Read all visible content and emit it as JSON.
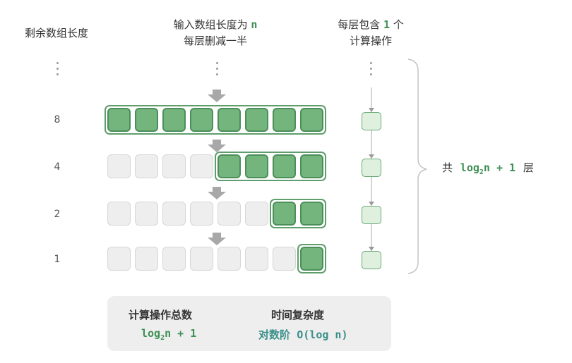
{
  "headers": {
    "remaining_length": "剩余数组长度",
    "input_line_prefix": "输入数组长度为",
    "input_var": "n",
    "halve_line": "每层删减一半",
    "per_layer_prefix": "每层包含",
    "per_layer_value": "1",
    "per_layer_suffix": "个",
    "per_layer_line2": "计算操作"
  },
  "rows": [
    {
      "count": "8",
      "active_from": 0
    },
    {
      "count": "4",
      "active_from": 4
    },
    {
      "count": "2",
      "active_from": 6
    },
    {
      "count": "1",
      "active_from": 7
    }
  ],
  "cells_per_row": 8,
  "brace_label": {
    "prefix": "共",
    "log": "log",
    "sub": "2",
    "rest": "n + 1",
    "suffix": "层"
  },
  "summary": {
    "ops_title": "计算操作总数",
    "ops_log": "log",
    "ops_sub": "2",
    "ops_rest": "n + 1",
    "complexity_title": "时间复杂度",
    "complexity_prefix": "对数阶",
    "complexity_value": "O(log n)"
  },
  "colors": {
    "active_fill": "#74b57e",
    "active_border": "#4c8f5a",
    "inactive_fill": "#eeeeee",
    "accent_text": "#3f8f55",
    "teal_text": "#3a8f8a"
  }
}
